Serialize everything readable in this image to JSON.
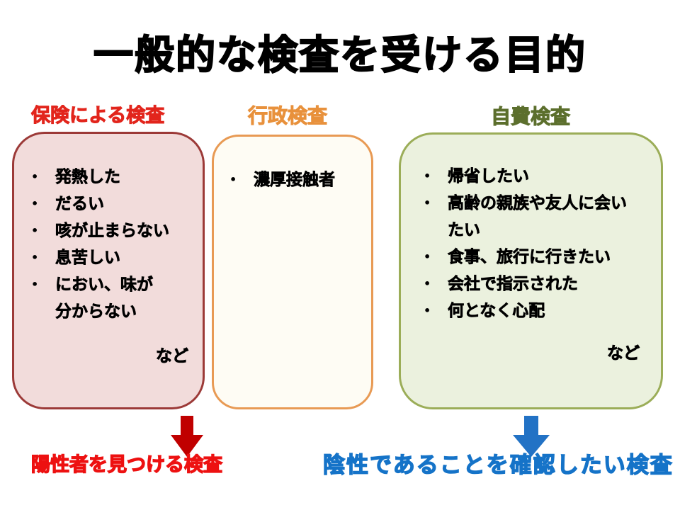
{
  "slide": {
    "title": "一般的な検査を受ける目的",
    "bullet_char": "•"
  },
  "columns": [
    {
      "header": "保険による検査",
      "header_color": "#E2251C",
      "border_color": "#9C3A38",
      "fill_color": "#F2DCDB",
      "items": [
        "発熱した",
        "だるい",
        "咳が止まらない",
        "息苦しい",
        "におい、味が\n分からない"
      ],
      "footer": "など"
    },
    {
      "header": "行政検査",
      "header_color": "#E8913C",
      "border_color": "#E89A54",
      "fill_color": "#FEFCF4",
      "items": [
        "濃厚接触者"
      ],
      "footer": ""
    },
    {
      "header": "自費検査",
      "header_color": "#5C6F2D",
      "border_color": "#9BAD58",
      "fill_color": "#EBF1DE",
      "items": [
        "帰省したい",
        "高齢の親族や友人に会い\nたい",
        "食事、旅行に行きたい",
        "会社で指示された",
        "何となく心配"
      ],
      "footer": "など"
    }
  ],
  "conclusions": [
    {
      "label": "陽性者を見つける検査",
      "text_color": "#ED1111",
      "arrow_color": "#C00000"
    },
    {
      "label": "陰性であることを確認したい検査",
      "text_color": "#1573C8",
      "arrow_color": "#2272C5"
    }
  ]
}
